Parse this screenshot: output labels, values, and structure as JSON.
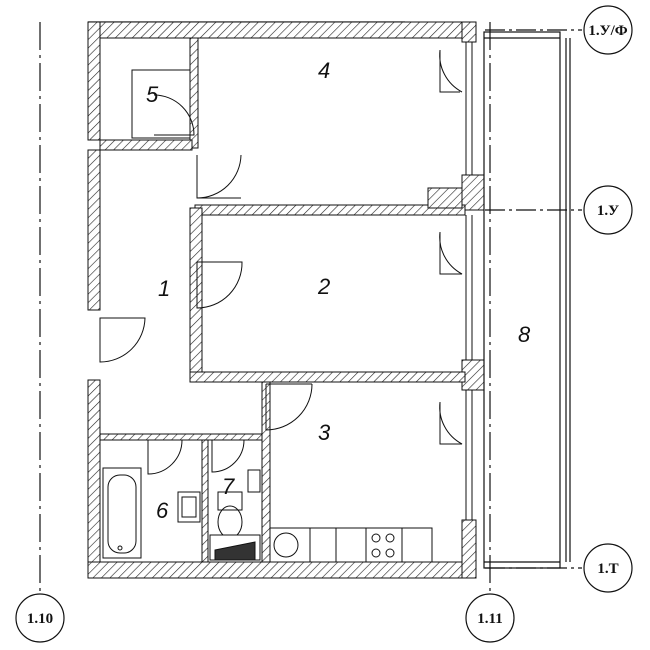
{
  "rooms": [
    {
      "id": "room-4",
      "label": "4"
    },
    {
      "id": "room-5",
      "label": "5"
    },
    {
      "id": "room-1",
      "label": "1"
    },
    {
      "id": "room-2",
      "label": "2"
    },
    {
      "id": "room-3",
      "label": "3"
    },
    {
      "id": "room-6",
      "label": "6"
    },
    {
      "id": "room-7",
      "label": "7"
    },
    {
      "id": "room-8",
      "label": "8"
    }
  ],
  "axes": {
    "left": "1.10",
    "bottom_right": "1.11",
    "right_top": "1.У/Ф",
    "right_middle": "1.У",
    "right_bottom": "1.Т"
  }
}
